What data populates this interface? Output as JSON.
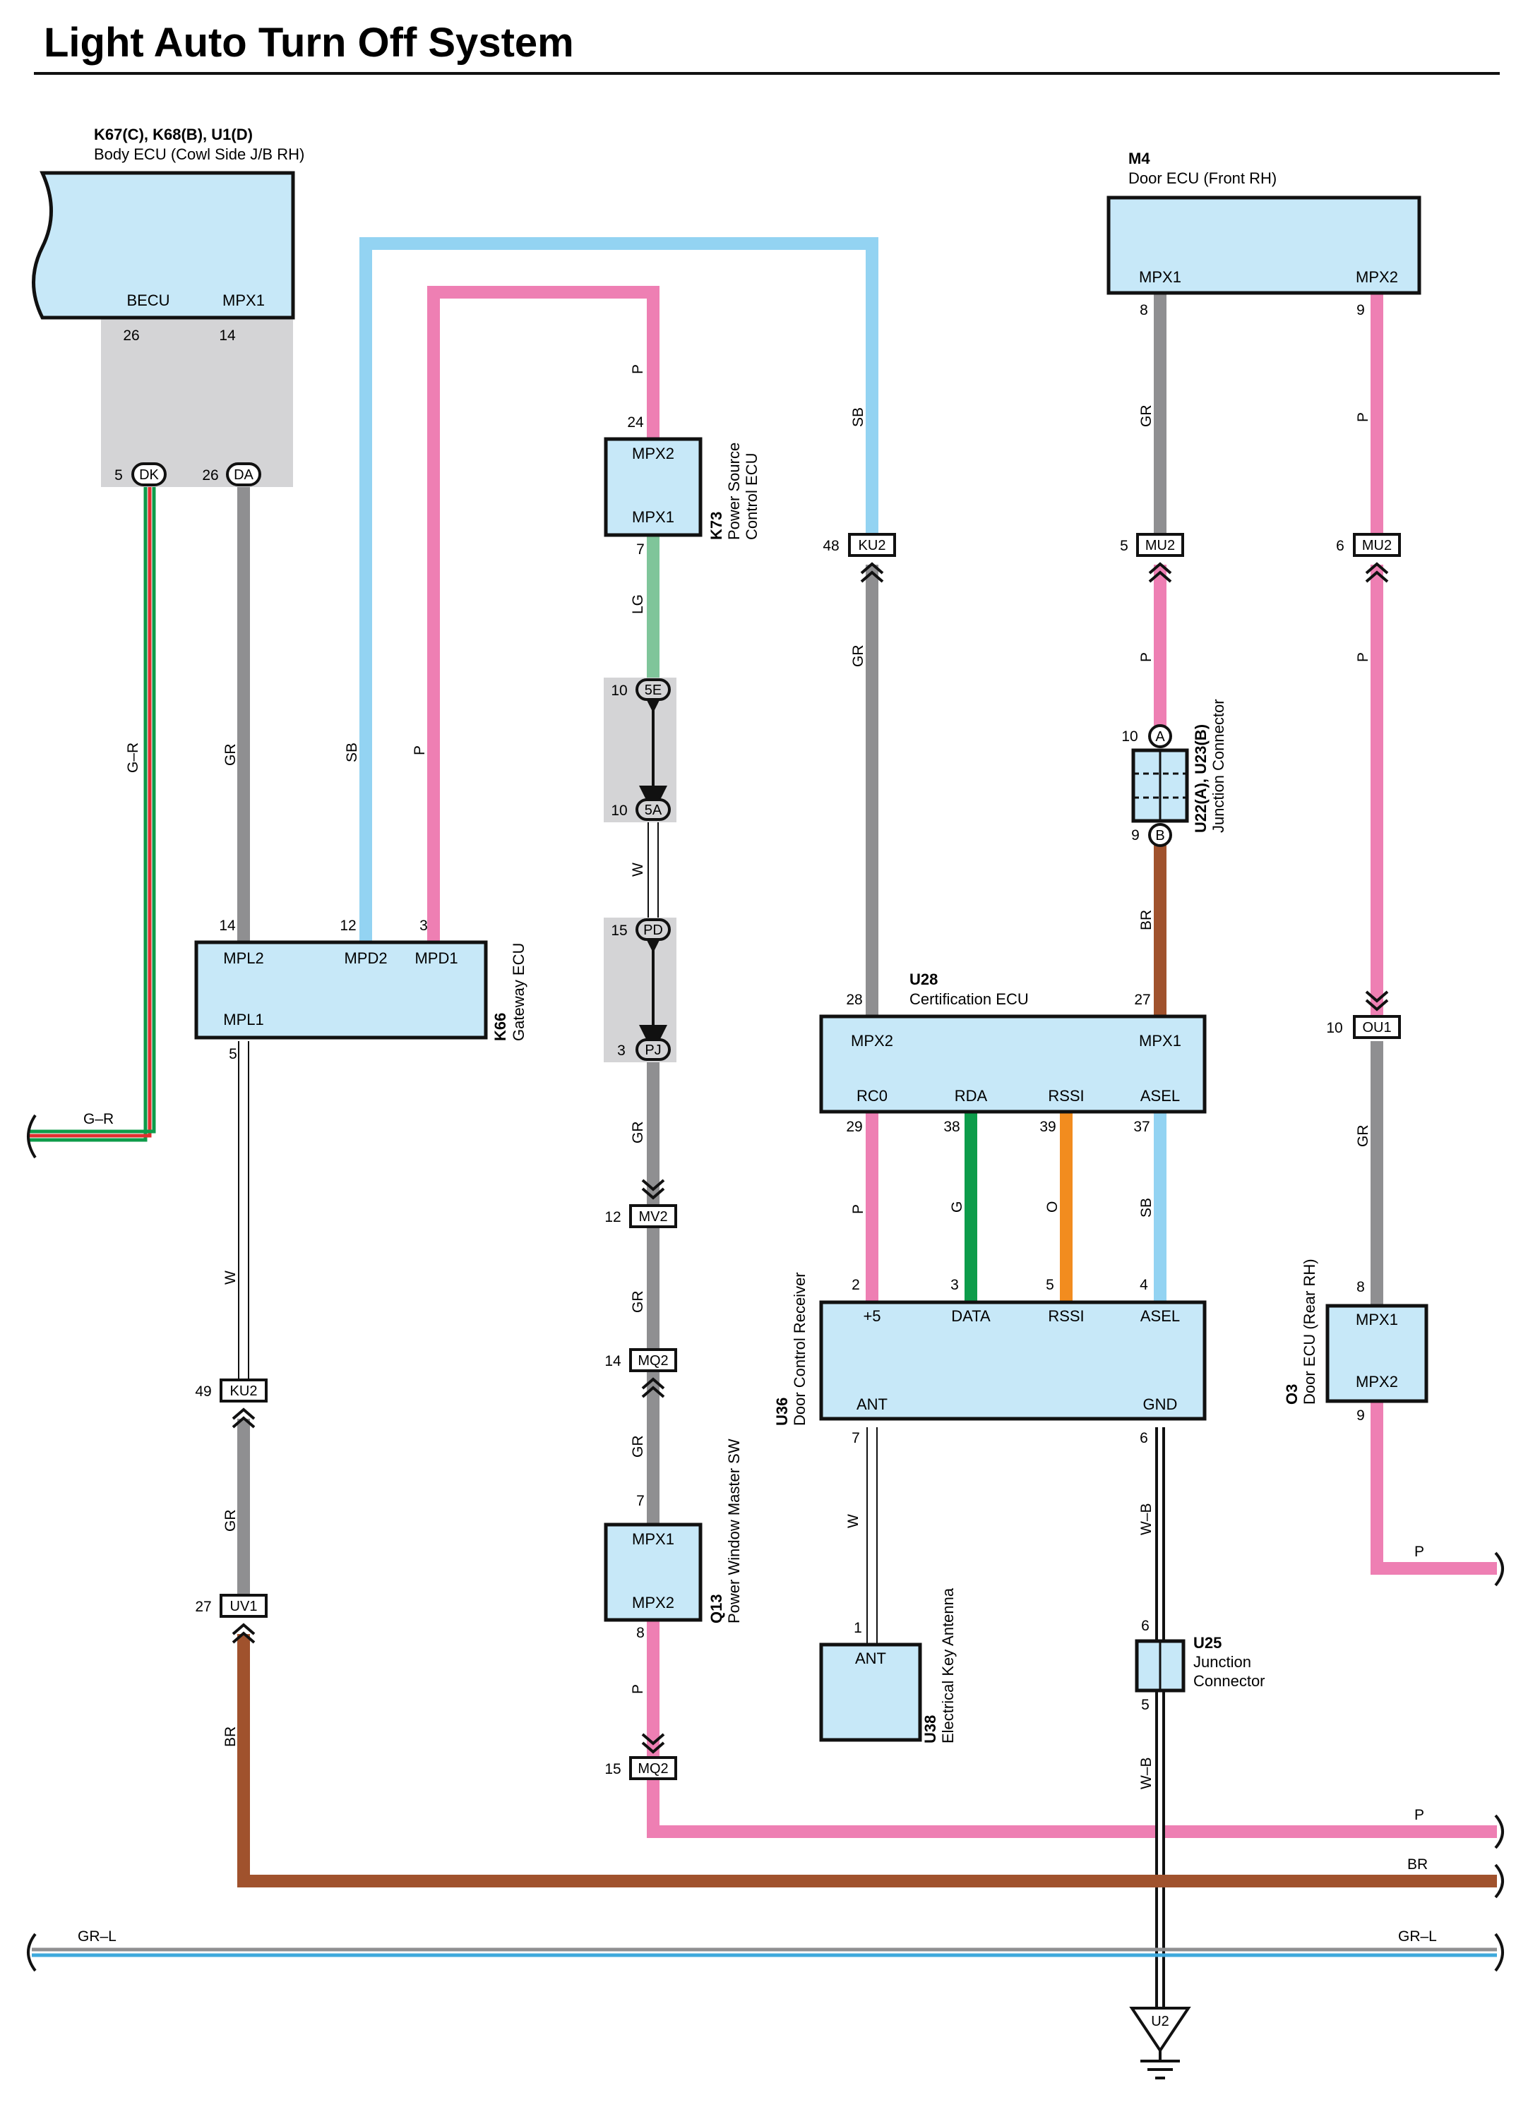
{
  "title": "Light Auto Turn Off System",
  "colors": {
    "ecu_fill": "#c7e8f8",
    "SB": "#93d3f2",
    "P": "#ee7fb3",
    "GR": "#8f8f91",
    "LG": "#7fc59a",
    "BR": "#a0522d",
    "G": "#0d9c4a",
    "O": "#f28c1f",
    "R": "#e03030",
    "W": "#ffffff",
    "B": "#111111",
    "L": "#3fa9dc"
  },
  "components": {
    "body_ecu": {
      "code": "K67(C), K68(B), U1(D)",
      "name": "Body ECU (Cowl Side J/B RH)",
      "terminals": [
        "BECU",
        "MPX1"
      ],
      "pins": [
        "26",
        "14"
      ]
    },
    "door_ecu_front": {
      "code": "M4",
      "name": "Door ECU (Front RH)",
      "terminals": [
        "MPX1",
        "MPX2"
      ],
      "pins": [
        "8",
        "9"
      ]
    },
    "power_source": {
      "code": "K73",
      "name_line1": "Power Source",
      "name_line2": "Control ECU",
      "terminals": [
        "MPX2",
        "MPX1"
      ],
      "pins": [
        "24",
        "7"
      ]
    },
    "gateway": {
      "code": "K66",
      "name": "Gateway ECU",
      "terminals": [
        "MPL2",
        "MPD2",
        "MPD1",
        "MPL1"
      ],
      "pins": [
        "14",
        "12",
        "3",
        "5"
      ]
    },
    "certification": {
      "code": "U28",
      "name": "Certification ECU",
      "terminals": [
        "MPX2",
        "MPX1",
        "RC0",
        "RDA",
        "RSSI",
        "ASEL"
      ],
      "pins": [
        "28",
        "27",
        "29",
        "38",
        "39",
        "37"
      ]
    },
    "door_receiver": {
      "code": "U36",
      "name": "Door Control Receiver",
      "terminals": [
        "+5",
        "DATA",
        "RSSI",
        "ASEL",
        "ANT",
        "GND"
      ],
      "pins": [
        "2",
        "3",
        "5",
        "4",
        "7",
        "6"
      ]
    },
    "window_sw": {
      "code": "Q13",
      "name": "Power Window Master SW",
      "terminals": [
        "MPX1",
        "MPX2"
      ],
      "pins": [
        "7",
        "8"
      ]
    },
    "key_antenna": {
      "code": "U38",
      "name": "Electrical Key Antenna",
      "terminals": [
        "ANT"
      ],
      "pins": [
        "1"
      ]
    },
    "door_ecu_rear": {
      "code": "O3",
      "name": "Door ECU (Rear RH)",
      "terminals": [
        "MPX1",
        "MPX2"
      ],
      "pins": [
        "8",
        "9"
      ]
    },
    "junction_u25": {
      "code": "U25",
      "name_line1": "Junction",
      "name_line2": "Connector",
      "pins": [
        "6",
        "5"
      ]
    },
    "junction_u22": {
      "code": "U22(A), U23(B)",
      "name": "Junction Connector",
      "pins": [
        "10",
        "9"
      ],
      "sockets": [
        "A",
        "B"
      ]
    }
  },
  "connectors": {
    "DK": {
      "label": "DK",
      "pin": "5"
    },
    "DA": {
      "label": "DA",
      "pin": "26"
    },
    "5E": {
      "label": "5E",
      "pin": "10"
    },
    "5A": {
      "label": "5A",
      "pin": "10"
    },
    "PD": {
      "label": "PD",
      "pin": "15"
    },
    "PJ": {
      "label": "PJ",
      "pin": "3"
    },
    "KU2_top": {
      "label": "KU2",
      "pin": "48"
    },
    "MU2_a": {
      "label": "MU2",
      "pin": "5"
    },
    "MU2_b": {
      "label": "MU2",
      "pin": "6"
    },
    "OU1": {
      "label": "OU1",
      "pin": "10"
    },
    "MV2": {
      "label": "MV2",
      "pin": "12"
    },
    "MQ2_top": {
      "label": "MQ2",
      "pin": "14"
    },
    "MQ2_bottom": {
      "label": "MQ2",
      "pin": "15"
    },
    "KU2_left": {
      "label": "KU2",
      "pin": "49"
    },
    "UV1": {
      "label": "UV1",
      "pin": "27"
    },
    "ground": {
      "label": "U2"
    }
  },
  "wire_labels": {
    "gr_a": "G–R",
    "gr_b": "G–R",
    "body_gr": "GR",
    "gw_sb": "SB",
    "gw_p": "P",
    "ps_p": "P",
    "ps_lg": "LG",
    "ps_w": "W",
    "ps_gr1": "GR",
    "ps_gr2": "GR",
    "ps_gr3": "GR",
    "ps_p2": "P",
    "cert_sb": "SB",
    "cert_gr": "GR",
    "m4_gr": "GR",
    "m4_p": "P",
    "mu2_p": "P",
    "mu2b_p": "P",
    "br_up": "BR",
    "rc0_p": "P",
    "rda_g": "G",
    "rssi_o": "O",
    "asel_sb": "SB",
    "ant_w": "W",
    "gnd_wb1": "W–B",
    "gnd_wb2": "W–B",
    "ou1_gr": "GR",
    "o3_p": "P",
    "gw_w": "W",
    "ku2_gr": "GR",
    "uv1_br": "BR",
    "bottom_p": "P",
    "bottom_br": "BR",
    "grl_left": "GR–L",
    "grl_right": "GR–L"
  }
}
